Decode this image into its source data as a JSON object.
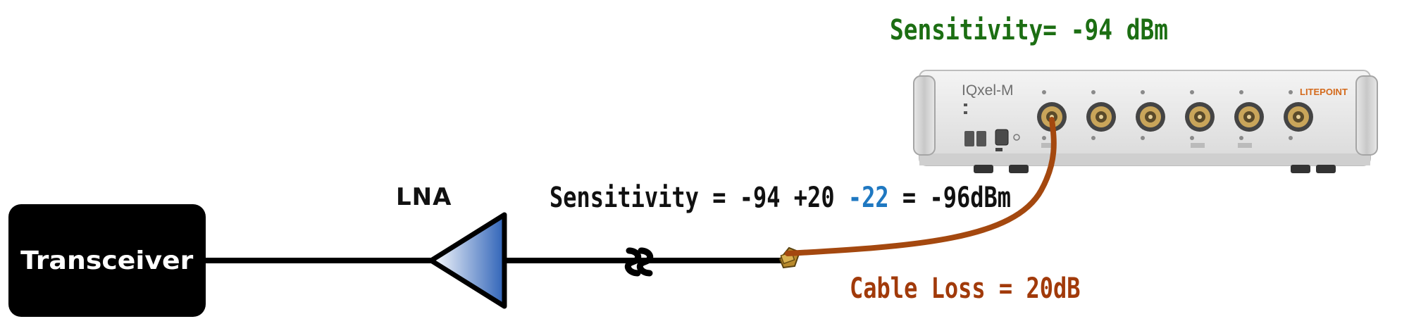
{
  "transceiver": {
    "label": "Transceiver"
  },
  "lna": {
    "label": "LNA"
  },
  "instrument": {
    "model": "IQxel-M",
    "brand": "LITEPOINT"
  },
  "sensitivity_top": "Sensitivity= -94 dBm",
  "sensitivity_equation": {
    "part1": "Sensitivity = -94 +20 ",
    "loss": "-22",
    "part2": " = -96dBm"
  },
  "cable_loss": "Cable Loss = 20dB",
  "colors": {
    "green": "#1c6e13",
    "blue": "#1f78c1",
    "brown": "#a13a0a",
    "cable": "#a4480f",
    "lna_fill": "#2f63b8"
  }
}
